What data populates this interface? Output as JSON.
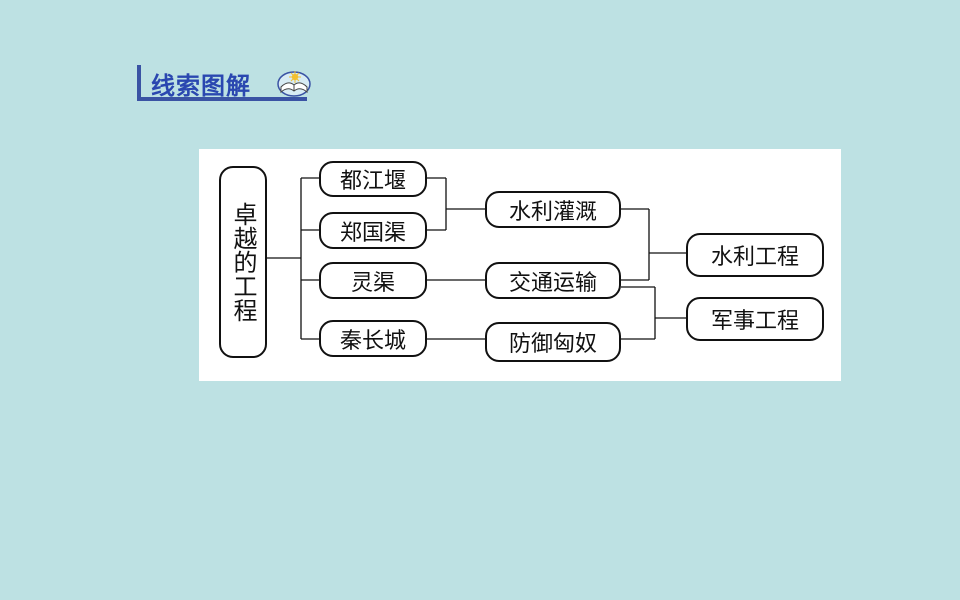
{
  "header": {
    "title": "线索图解",
    "icon": "open-book-icon"
  },
  "diagram": {
    "root": "卓越的工程",
    "projects": [
      "都江堰",
      "郑国渠",
      "灵渠",
      "秦长城"
    ],
    "functions": [
      "水利灌溉",
      "交通运输",
      "防御匈奴"
    ],
    "categories": [
      "水利工程",
      "军事工程"
    ]
  }
}
